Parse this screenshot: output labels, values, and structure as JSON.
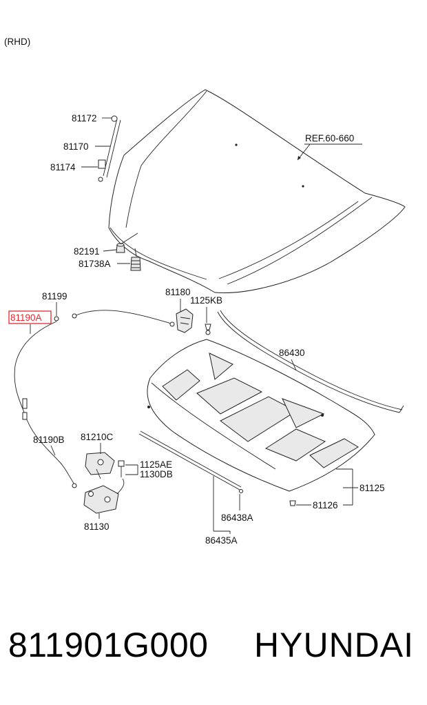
{
  "variant": "(RHD)",
  "reference": "REF.60-660",
  "highlight_color": "#e0282e",
  "labels": {
    "p81172": "81172",
    "p81170": "81170",
    "p81174": "81174",
    "p82191": "82191",
    "p81738A": "81738A",
    "p81199": "81199",
    "p81190A": "81190A",
    "p81180": "81180",
    "p1125KB": "1125KB",
    "p86430": "86430",
    "p81190B": "81190B",
    "p81210C": "81210C",
    "p1125AE": "1125AE",
    "p1130DB": "1130DB",
    "p81130": "81130",
    "p81125": "81125",
    "p81126": "81126",
    "p86438A": "86438A",
    "p86435A": "86435A"
  },
  "footer": {
    "part_number": "811901G000",
    "brand": "HYUNDAI"
  }
}
